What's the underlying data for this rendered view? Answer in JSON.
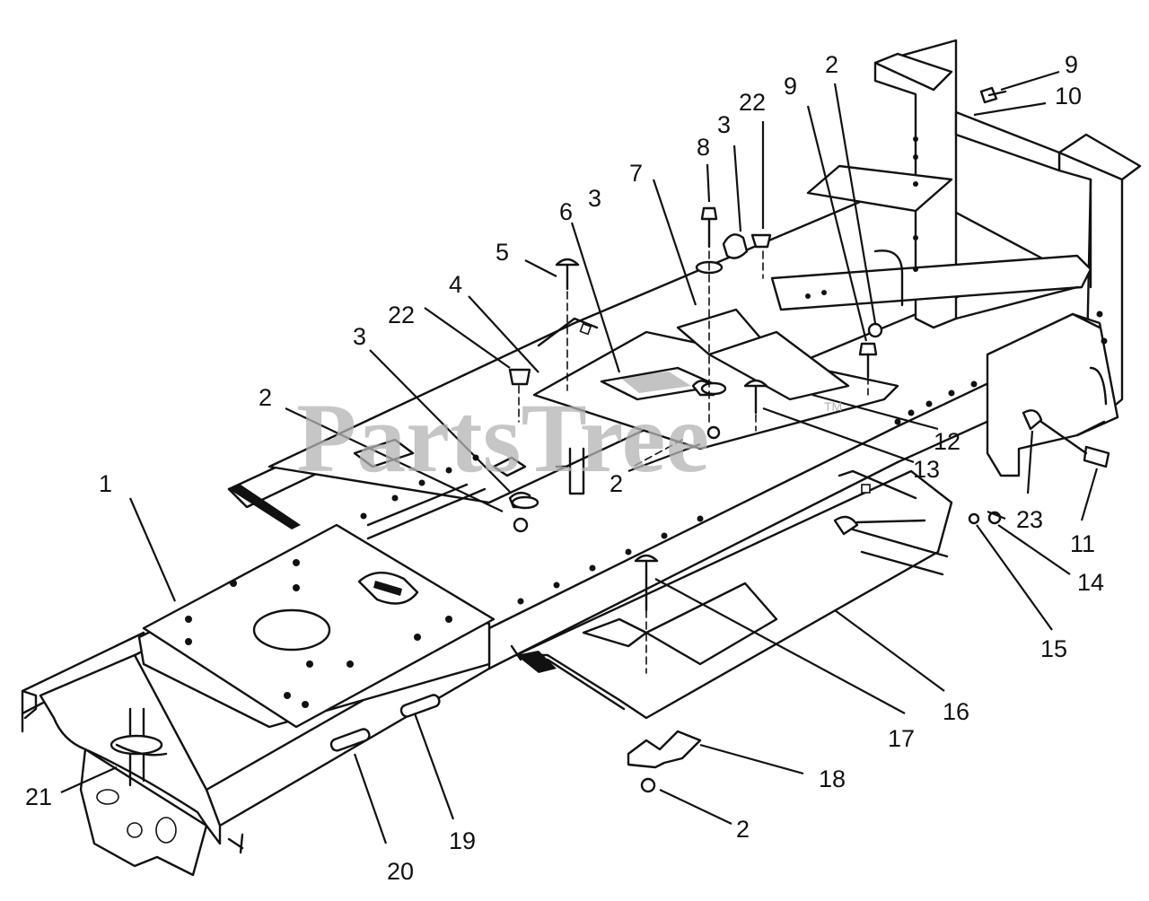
{
  "watermark": {
    "text": "PartsTree",
    "mark": "TM"
  },
  "callouts": [
    {
      "num": "1"
    },
    {
      "num": "2"
    },
    {
      "num": "2"
    },
    {
      "num": "2"
    },
    {
      "num": "2"
    },
    {
      "num": "3"
    },
    {
      "num": "3"
    },
    {
      "num": "3"
    },
    {
      "num": "4"
    },
    {
      "num": "5"
    },
    {
      "num": "6"
    },
    {
      "num": "7"
    },
    {
      "num": "8"
    },
    {
      "num": "9"
    },
    {
      "num": "9"
    },
    {
      "num": "10"
    },
    {
      "num": "11"
    },
    {
      "num": "12"
    },
    {
      "num": "13"
    },
    {
      "num": "14"
    },
    {
      "num": "15"
    },
    {
      "num": "16"
    },
    {
      "num": "17"
    },
    {
      "num": "18"
    },
    {
      "num": "2"
    },
    {
      "num": "19"
    },
    {
      "num": "20"
    },
    {
      "num": "21"
    },
    {
      "num": "22"
    },
    {
      "num": "22"
    },
    {
      "num": "23"
    }
  ]
}
